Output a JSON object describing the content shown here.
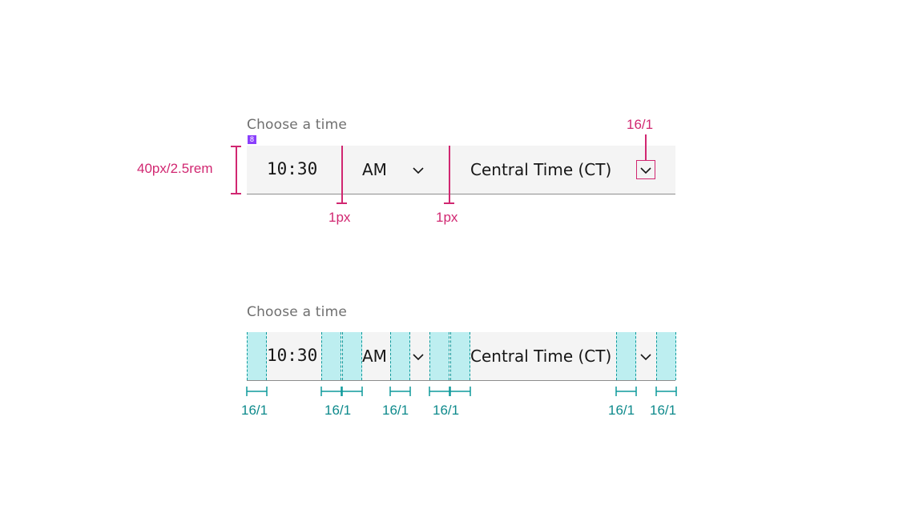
{
  "top_example": {
    "label": "Choose a time",
    "token_badge": "8",
    "time_value": "10:30",
    "ampm_value": "AM",
    "timezone_value": "Central Time (CT)"
  },
  "top_annotations": {
    "height_spec": "40px/2.5rem",
    "divider1_spec": "1px",
    "divider2_spec": "1px",
    "chevron_spec": "16/1"
  },
  "bottom_example": {
    "label": "Choose a time",
    "time_value": "10:30",
    "ampm_value": "AM",
    "timezone_value": "Central Time (CT)"
  },
  "bottom_annotations": {
    "spacing_specs": [
      "16/1",
      "16/1",
      "16/1",
      "16/1",
      "16/1",
      "16/1"
    ]
  },
  "colors": {
    "annotation_pink": "#d12771",
    "annotation_teal": "#0e9a9c",
    "padding_fill": "#bdeef0",
    "field_background": "#f4f4f4",
    "token_purple": "#8a3ffc"
  },
  "icons": [
    "chevron-down-icon"
  ]
}
